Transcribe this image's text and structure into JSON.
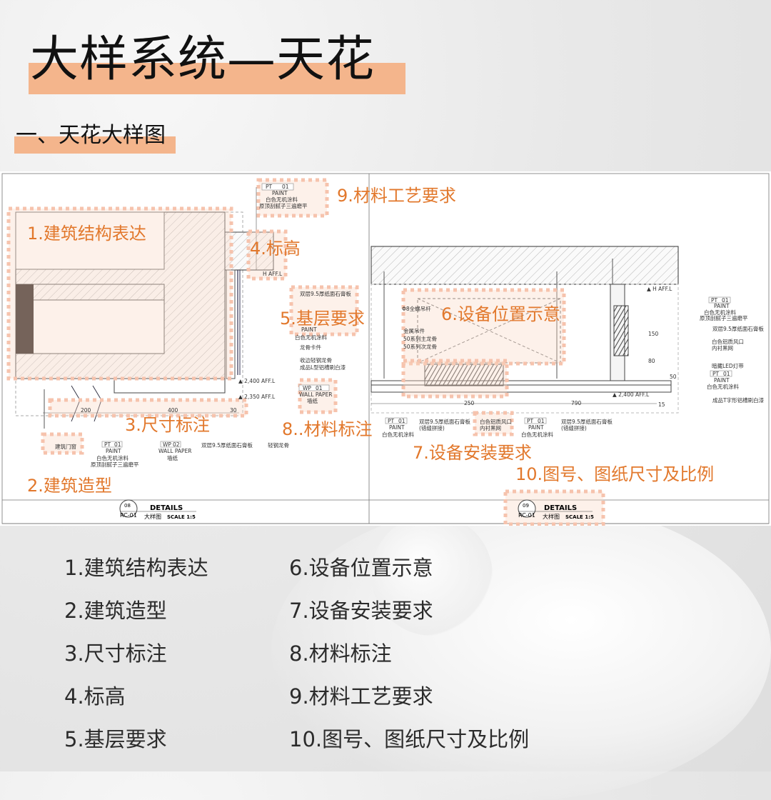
{
  "header": {
    "title": "大样系统—天花",
    "subtitle": "一、天花大样图"
  },
  "colors": {
    "accent_orange": "#e2782c",
    "highlight": "#f4b58c",
    "label_box": "#f6c3ad"
  },
  "annotations": [
    "1.建筑结构表达",
    "2.建筑造型",
    "3.尺寸标注",
    "4.标高",
    "5.基层要求",
    "6.设备位置示意",
    "7.设备安装要求",
    "8..材料标注",
    "9.材料工艺要求",
    "10.图号、图纸尺寸及比例"
  ],
  "detail_left": {
    "tag_pt": "PT",
    "tag_01": "01",
    "tag_wp": "WP",
    "tag_02": "02",
    "paint": "PAINT",
    "wall_paper": "WALL PAPER",
    "white_paint": "白色无机涂料",
    "putty": "原顶刮腻子三遍磨平",
    "gypsum": "双层9.5厚纸面石膏板",
    "clip": "龙骨卡件",
    "edge_keel": "收边轻钢龙骨",
    "l_channel": "成品L型铝槽刷白漆",
    "wallpaper_cn": "墙纸",
    "door_window": "建筑门窗",
    "gypsum_b": "双层9.5厚纸面石膏板",
    "light_keel": "轻钢龙骨",
    "level_h": "H AFF.L",
    "level_2400": "2,400 AFF.L",
    "level_2350": "2,350 AFF.L",
    "dim_200": "200",
    "dim_400": "400",
    "dim_30": "30",
    "no": "08",
    "sheet": "RC-01",
    "details": "DETAILS",
    "name": "大样图",
    "scale": "SCALE  1:5"
  },
  "detail_right": {
    "tag_pt": "PT",
    "tag_01": "01",
    "paint": "PAINT",
    "rod": "Φ8全螺吊杆",
    "hanger": "金属吊件",
    "main_keel": "50系列主龙骨",
    "sub_keel": "50系列次龙骨",
    "white_paint": "白色无机涂料",
    "putty": "原顶刮腻子三遍磨平",
    "gypsum": "双层9.5厚纸面石膏板",
    "vent": "白色铝质风口",
    "black_mesh": "内衬黑网",
    "led": "暗藏LED灯带",
    "t_channel": "成品T字形铝槽刷白漆",
    "staggered": "(错缝拼接)",
    "level_h": "H AFF.L",
    "level_2400": "2,400 AFF.L",
    "dim_250": "250",
    "dim_790": "790",
    "dim_15": "15",
    "dim_150": "150",
    "dim_80": "80",
    "dim_50": "50",
    "no": "09",
    "sheet": "RC-01",
    "details": "DETAILS",
    "name": "大样图",
    "scale": "SCALE  1:5"
  },
  "legend": {
    "left": [
      "1.建筑结构表达",
      "2.建筑造型",
      "3.尺寸标注",
      "4.标高",
      "5.基层要求"
    ],
    "right": [
      "6.设备位置示意",
      "7.设备安装要求",
      "8.材料标注",
      "9.材料工艺要求",
      "10.图号、图纸尺寸及比例"
    ]
  }
}
